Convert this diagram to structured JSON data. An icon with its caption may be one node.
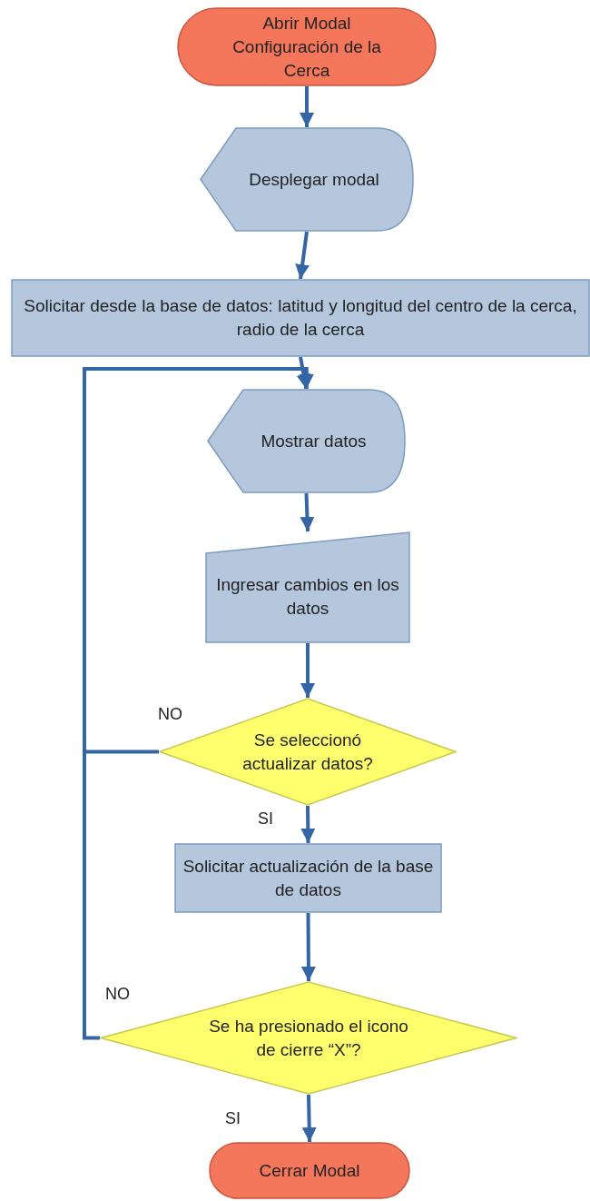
{
  "diagram": {
    "nodes": [
      {
        "text": [
          "Abrir Modal Configuración de la Cerca"
        ]
      },
      {
        "text": [
          "Desplegar modal"
        ]
      },
      {
        "text": [
          "Solicitar desde la base de datos: latitud y longitud del centro de la cerca, radio de la cerca"
        ]
      },
      {
        "text": [
          "Mostrar datos"
        ]
      },
      {
        "text": [
          "Ingresar cambios en los datos"
        ]
      },
      {
        "text": [
          "Se seleccionó actualizar datos?"
        ]
      },
      {
        "text": [
          "Solicitar actualización de la base de datos"
        ]
      },
      {
        "text": [
          "Se ha presionado el icono de cierre “X”?"
        ]
      },
      {
        "text": [
          "Cerrar Modal"
        ]
      }
    ],
    "edges": [
      {
        "from": 0,
        "to": 1,
        "arrow": "to"
      },
      {
        "from": 1,
        "to": 2,
        "arrow": "to"
      },
      {
        "from": 2,
        "to": 3,
        "arrow": "to"
      },
      {
        "from": 3,
        "to": 4,
        "arrow": "to"
      },
      {
        "from": 4,
        "to": 5,
        "arrow": "to"
      },
      {
        "from": 5,
        "to": 6,
        "arrow": "to",
        "label": "SI"
      },
      {
        "from": 5,
        "to": 3,
        "arrow": "to",
        "label": "NO"
      },
      {
        "from": 6,
        "to": 7,
        "arrow": "to"
      },
      {
        "from": 7,
        "to": 8,
        "arrow": "to",
        "label": "SI"
      },
      {
        "from": 7,
        "to": 3,
        "arrow": "to",
        "label": "NO"
      }
    ]
  }
}
